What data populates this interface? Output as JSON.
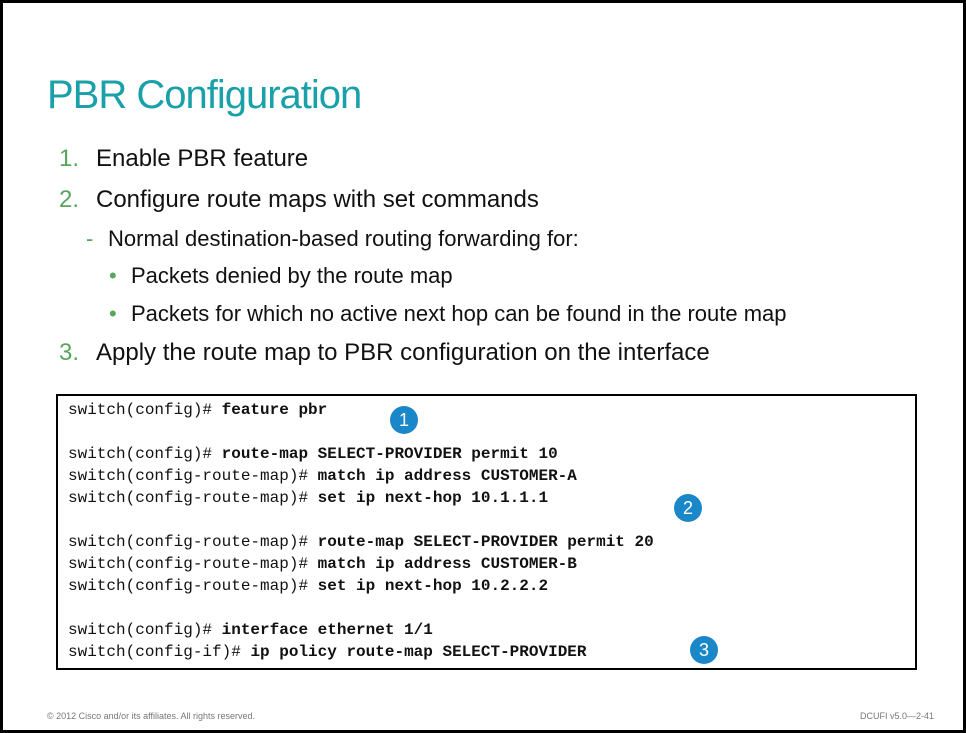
{
  "title": "PBR Configuration",
  "steps": [
    {
      "num": "1.",
      "text": "Enable PBR feature"
    },
    {
      "num": "2.",
      "text": "Configure route maps with set commands"
    },
    {
      "num": "3.",
      "text": "Apply the route map to PBR configuration on the interface"
    }
  ],
  "sub": {
    "dash": "-",
    "text": "Normal destination-based routing forwarding for:",
    "bullet": "•",
    "bullets": [
      "Packets denied by the route map",
      "Packets for which no active next hop can be found in the route map"
    ]
  },
  "code": [
    {
      "prompt": "switch(config)# ",
      "cmd": "feature pbr"
    },
    {
      "prompt": "switch(config)# ",
      "cmd": "route-map SELECT-PROVIDER permit 10"
    },
    {
      "prompt": "switch(config-route-map)# ",
      "cmd": "match ip address CUSTOMER-A"
    },
    {
      "prompt": "switch(config-route-map)# ",
      "cmd": "set ip next-hop 10.1.1.1"
    },
    {
      "prompt": "switch(config-route-map)# ",
      "cmd": "route-map SELECT-PROVIDER permit 20"
    },
    {
      "prompt": "switch(config-route-map)# ",
      "cmd": "match ip address CUSTOMER-B"
    },
    {
      "prompt": "switch(config-route-map)# ",
      "cmd": "set ip next-hop 10.2.2.2"
    },
    {
      "prompt": "switch(config)# ",
      "cmd": "interface ethernet 1/1"
    },
    {
      "prompt": "switch(config-if)# ",
      "cmd": "ip policy route-map SELECT-PROVIDER"
    }
  ],
  "badges": [
    "1",
    "2",
    "3"
  ],
  "footer": {
    "left": "© 2012 Cisco and/or its affiliates. All rights reserved.",
    "right": "DCUFI v5.0—2-41"
  },
  "colors": {
    "title": "#1aa0a8",
    "accent": "#58a55c",
    "badge": "#1a87c9"
  }
}
